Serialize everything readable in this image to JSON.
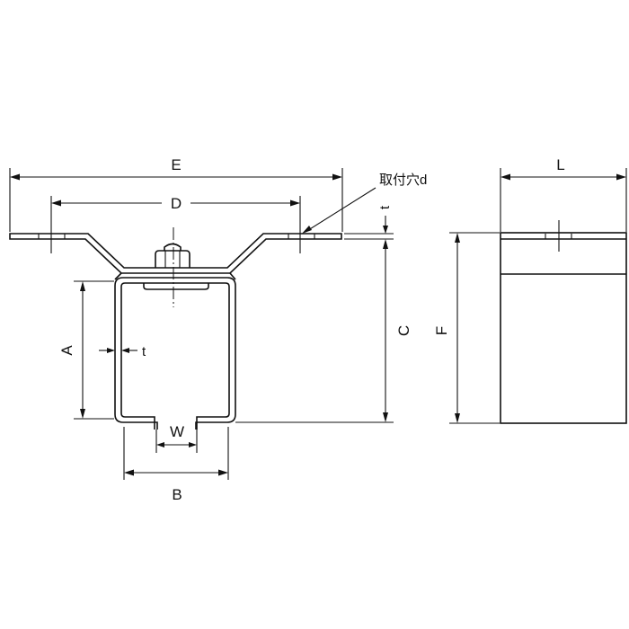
{
  "diagram": {
    "type": "technical-drawing",
    "subject": "channel bracket with mounting plate (front view and side view)",
    "colors": {
      "line": "#111111",
      "background": "#ffffff"
    },
    "dimensions": {
      "E": "E",
      "D": "D",
      "mounting_hole": "取付穴d",
      "t_top": "t",
      "C": "C",
      "F": "F",
      "L": "L",
      "A": "A",
      "t_side": "t",
      "W": "W",
      "B": "B"
    },
    "views": [
      {
        "name": "front-view",
        "labels": [
          "E",
          "D",
          "取付穴d",
          "t",
          "C",
          "A",
          "t",
          "W",
          "B"
        ]
      },
      {
        "name": "side-view",
        "labels": [
          "L",
          "F"
        ]
      }
    ]
  }
}
